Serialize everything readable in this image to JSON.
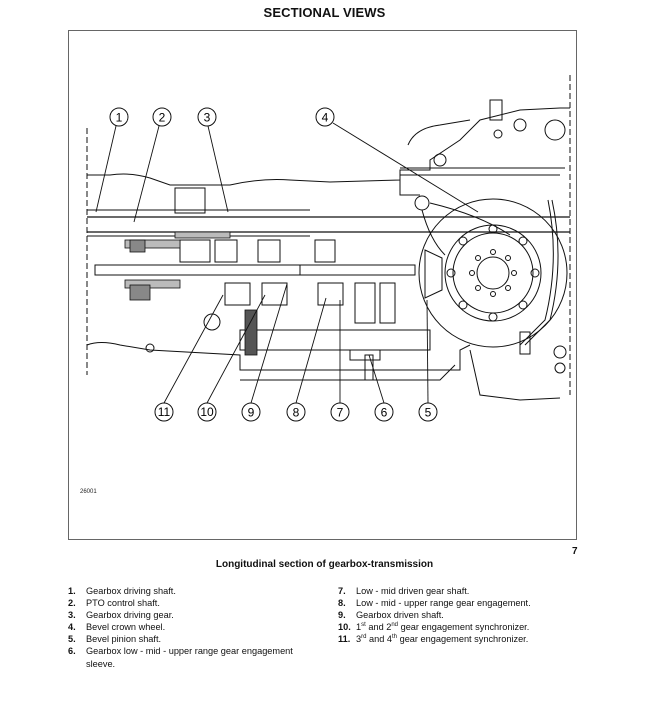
{
  "page": {
    "title": "SECTIONAL VIEWS",
    "figure_code": "26001",
    "figure_number": "7",
    "caption": "Longitudinal section of gearbox-transmission"
  },
  "callouts": [
    {
      "num": "1"
    },
    {
      "num": "2"
    },
    {
      "num": "3"
    },
    {
      "num": "4"
    },
    {
      "num": "5"
    },
    {
      "num": "6"
    },
    {
      "num": "7"
    },
    {
      "num": "8"
    },
    {
      "num": "9"
    },
    {
      "num": "10"
    },
    {
      "num": "11"
    }
  ],
  "legend": {
    "left": [
      {
        "num": "1.",
        "text": "Gearbox driving shaft."
      },
      {
        "num": "2.",
        "text": "PTO control shaft."
      },
      {
        "num": "3.",
        "text": "Gearbox driving gear."
      },
      {
        "num": "4.",
        "text": "Bevel crown wheel."
      },
      {
        "num": "5.",
        "text": "Bevel pinion shaft."
      },
      {
        "num": "6.",
        "text": "Gearbox low - mid - upper range gear engagement sleeve."
      }
    ],
    "right": [
      {
        "num": "7.",
        "text": "Low - mid driven gear shaft."
      },
      {
        "num": "8.",
        "text": "Low - mid - upper range gear engagement."
      },
      {
        "num": "9.",
        "text": "Gearbox driven shaft."
      },
      {
        "num": "10.",
        "a": "1",
        "a_sup": "st",
        "b": " and 2",
        "b_sup": "nd",
        "c": " gear engagement synchronizer."
      },
      {
        "num": "11.",
        "a": "3",
        "a_sup": "rd",
        "b": " and 4",
        "b_sup": "th",
        "c": " gear engagement synchronizer."
      }
    ]
  }
}
